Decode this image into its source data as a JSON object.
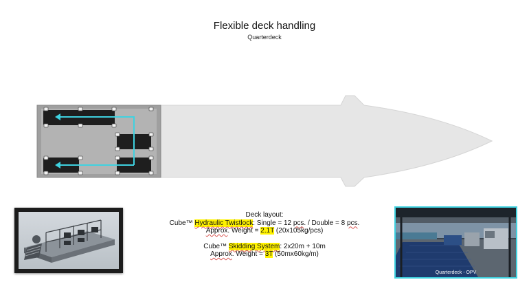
{
  "header": {
    "title": "Flexible deck handling",
    "subtitle": "Quarterdeck"
  },
  "info": {
    "heading": "Deck layout:",
    "line1": {
      "brand": "Cube™",
      "product": "Hydraulic Twistlock",
      "single_pre": ": Single = 12",
      "pcs1": "pcs",
      "double_pre": ". / Double = 8",
      "pcs2": "pcs",
      "end": "."
    },
    "line2": {
      "approx": "Approx",
      "weight_pre": ". Weight =",
      "value": "2.1T",
      "detail": "(20x105kg/pcs)"
    },
    "line3": {
      "brand": "Cube™",
      "product": "Skidding System",
      "rest": ": 2x20m + 10m"
    },
    "line4": {
      "approx": "Approx",
      "weight_pre": ". Weight =",
      "value": "3T",
      "detail": "(50mx60kg/m)"
    }
  },
  "photos": {
    "right_caption": "Quarterdeck - OPV"
  },
  "colors": {
    "accent_cyan": "#3fd2e0",
    "highlight": "#fff200",
    "hull": "#e6e6e6",
    "deck": "#a9a9a9",
    "platform": "#1e1e1e"
  }
}
